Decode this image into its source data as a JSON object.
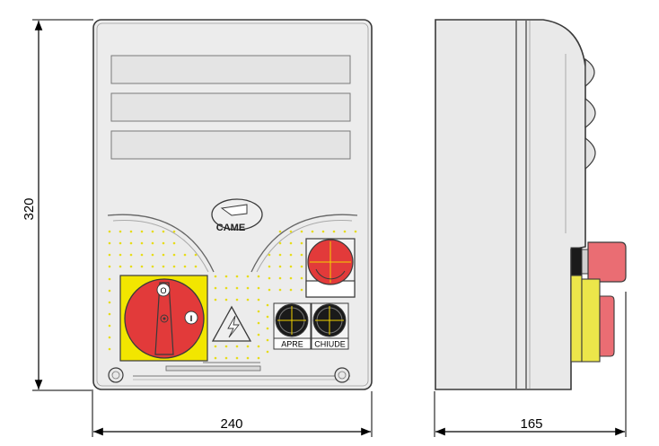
{
  "dimensions": {
    "height": "320",
    "width": "240",
    "depth": "165"
  },
  "front_panel": {
    "logo_text": "CAME",
    "switch_off_label": "O",
    "switch_on_label": "I",
    "open_button_label": "APRE",
    "close_button_label": "CHIUDE"
  },
  "colors": {
    "housing": "#e9e9e9",
    "outline": "#3a3a3a",
    "yellow": "#f2e600",
    "red": "#e23a3a",
    "dot_yellow": "#e6dc1a",
    "side_red": "#ea6d73",
    "side_yellow": "#ece64a"
  }
}
